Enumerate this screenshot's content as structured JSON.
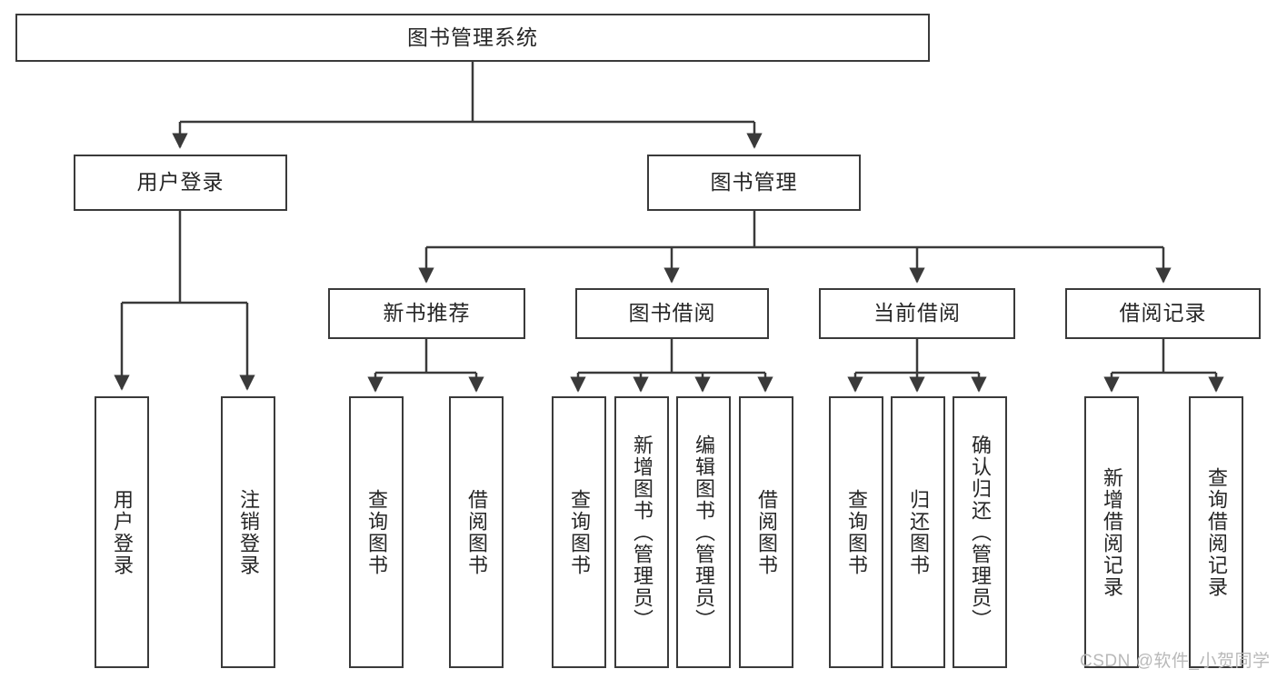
{
  "diagram": {
    "title": "图书管理系统",
    "type": "hierarchy-tree",
    "colors": {
      "box_border": "#3a3a3a",
      "box_fill": "#ffffff",
      "edge": "#3a3a3a",
      "text": "#262626",
      "watermark": "#b9b9b9"
    },
    "watermark": "CSDN @软件_小贺同学",
    "levels": {
      "root": {
        "label": "图书管理系统"
      },
      "level2": [
        {
          "label": "用户登录"
        },
        {
          "label": "图书管理"
        }
      ],
      "level3": [
        {
          "label": "新书推荐"
        },
        {
          "label": "图书借阅"
        },
        {
          "label": "当前借阅"
        },
        {
          "label": "借阅记录"
        }
      ],
      "leaves": {
        "user_login": [
          {
            "label": "用户登录"
          },
          {
            "label": "注销登录"
          }
        ],
        "new_book_recommend": [
          {
            "label": "查询图书"
          },
          {
            "label": "借阅图书"
          }
        ],
        "book_borrow": [
          {
            "label": "查询图书"
          },
          {
            "label": "新增图书（管理员）"
          },
          {
            "label": "编辑图书（管理员）"
          },
          {
            "label": "借阅图书"
          }
        ],
        "current_borrow": [
          {
            "label": "查询图书"
          },
          {
            "label": "归还图书"
          },
          {
            "label": "确认归还（管理员）"
          }
        ],
        "borrow_record": [
          {
            "label": "新增借阅记录"
          },
          {
            "label": "查询借阅记录"
          }
        ]
      }
    }
  }
}
